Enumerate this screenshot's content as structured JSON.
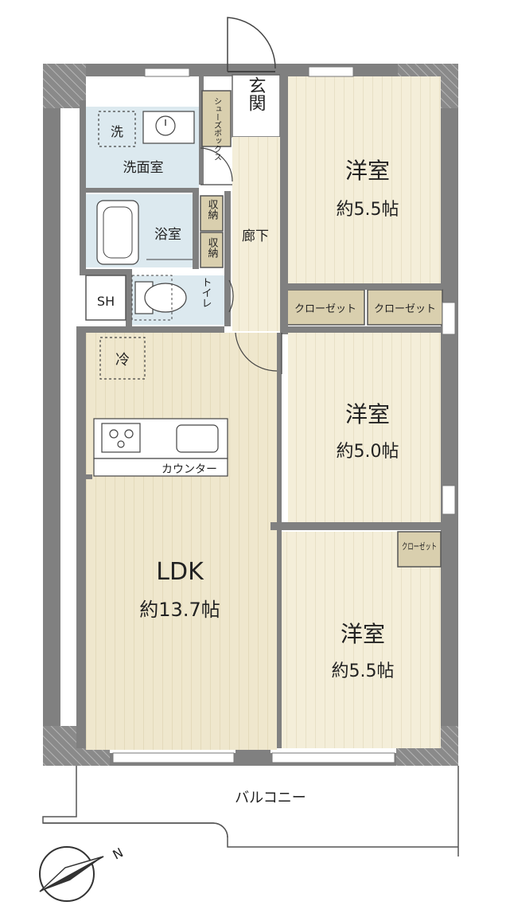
{
  "rooms": {
    "entrance": "玄関",
    "shoe_box": "シューズボックス",
    "washroom": "洗面室",
    "washer": "洗",
    "bath": "浴室",
    "storage1": "収納",
    "storage2": "収納",
    "hallway": "廊下",
    "toilet": "トイレ",
    "sh": "SH",
    "fridge": "冷",
    "counter": "カウンター",
    "ldk": {
      "name": "LDK",
      "size": "約13.7帖"
    },
    "western1": {
      "name": "洋室",
      "size": "約5.5帖"
    },
    "western2": {
      "name": "洋室",
      "size": "約5.0帖"
    },
    "western3": {
      "name": "洋室",
      "size": "約5.5帖"
    },
    "closet1": "クローゼット",
    "closet2": "クローゼット",
    "closet3": "クローゼット",
    "balcony": "バルコニー"
  },
  "compass": {
    "north": "N"
  },
  "colors": {
    "wall": "#7f7f7f",
    "wet": "#dbe9ef",
    "floor": "#ede4c8",
    "closet": "#d9cfae"
  }
}
